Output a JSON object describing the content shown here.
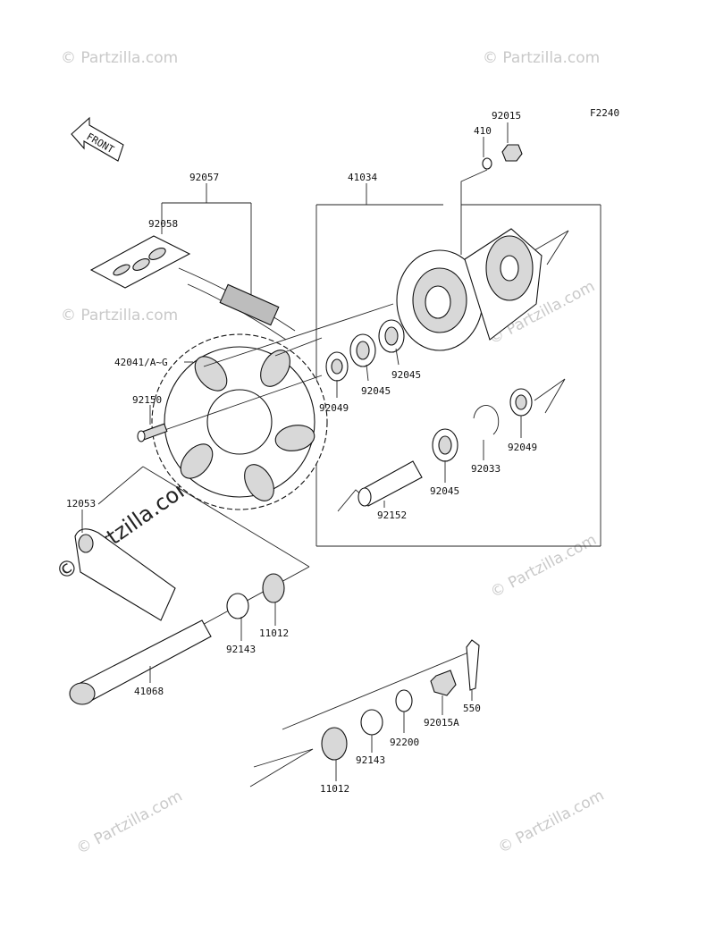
{
  "figure_code": "F2240",
  "front_label": "FRONT",
  "watermark": "© Partzilla.com",
  "parts": {
    "p92015": "92015",
    "p410": "410",
    "p41034": "41034",
    "p92057": "92057",
    "p92058": "92058",
    "p42041": "42041/A~G",
    "p92150": "92150",
    "p92045a": "92045",
    "p92045b": "92045",
    "p92049a": "92049",
    "p92049b": "92049",
    "p92033": "92033",
    "p92045c": "92045",
    "p92152": "92152",
    "p12053": "12053",
    "p11012a": "11012",
    "p92143a": "92143",
    "p41068": "41068",
    "p550": "550",
    "p92015A": "92015A",
    "p92200": "92200",
    "p92143b": "92143",
    "p11012b": "11012"
  }
}
